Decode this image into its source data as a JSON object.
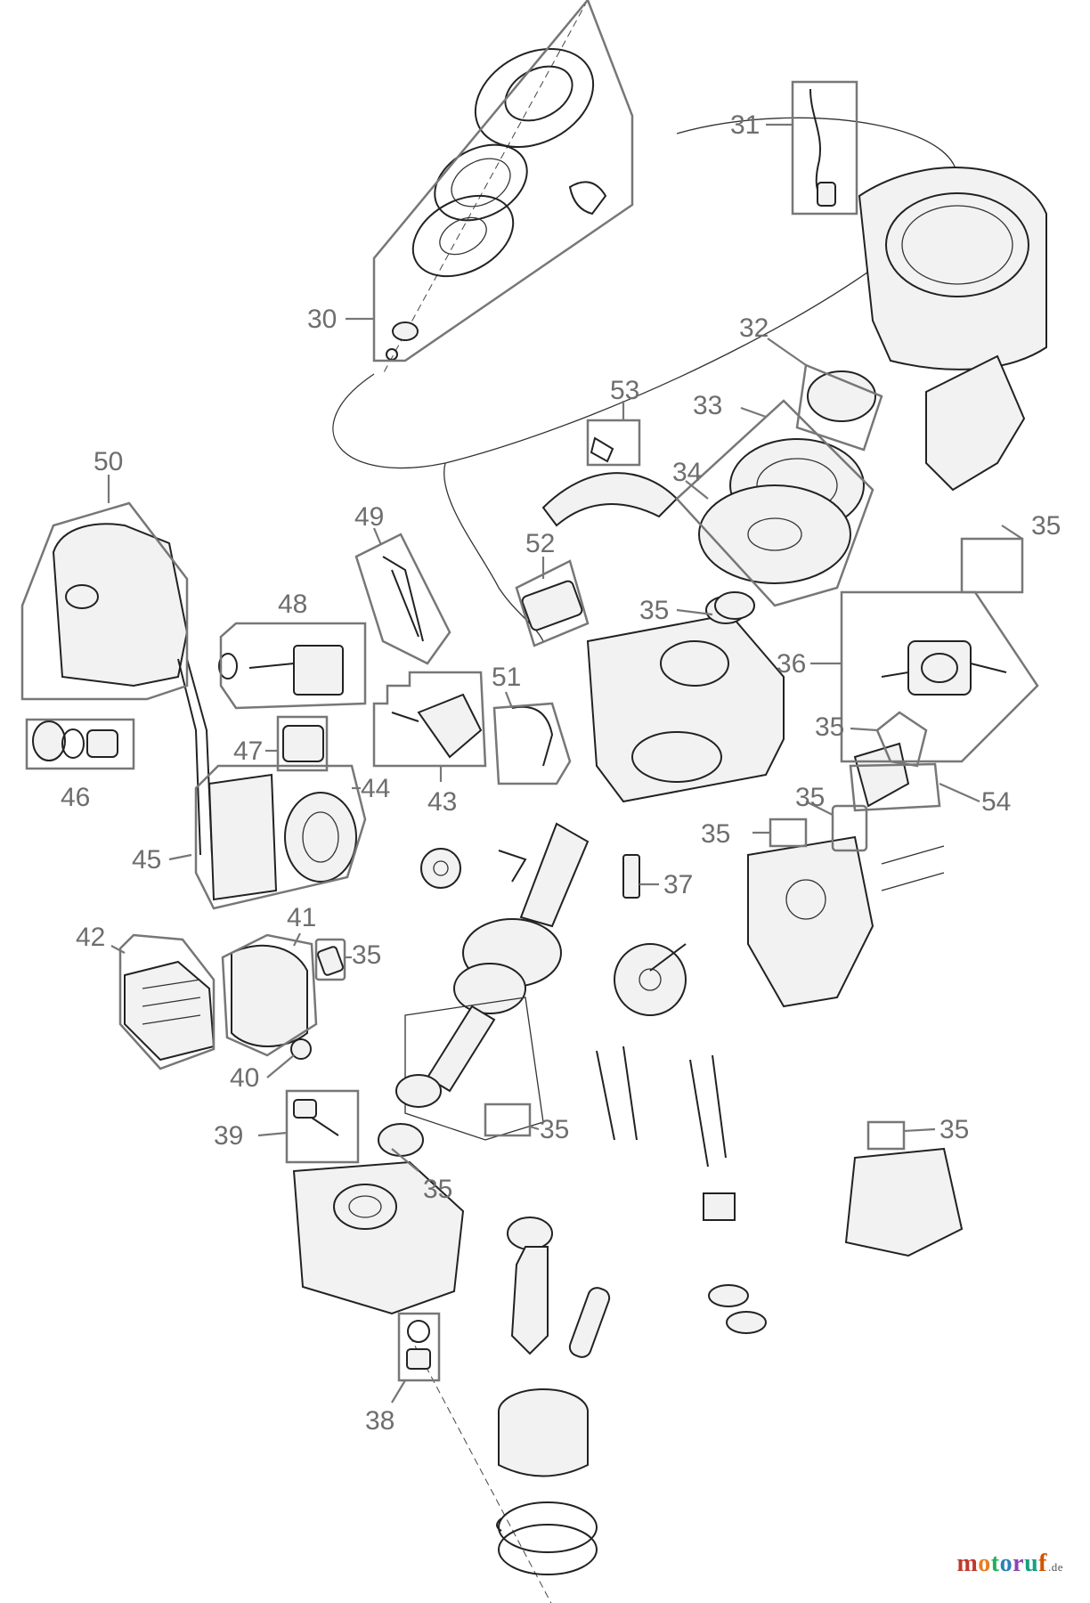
{
  "diagram": {
    "labels": [
      "30",
      "31",
      "32",
      "33",
      "34",
      "35",
      "36",
      "37",
      "38",
      "39",
      "40",
      "41",
      "42",
      "43",
      "44",
      "45",
      "46",
      "47",
      "48",
      "49",
      "50",
      "51",
      "52",
      "53",
      "54"
    ]
  },
  "watermark": {
    "text": "motoruf",
    "suffix": ".de",
    "letter_colors": [
      "#c0392b",
      "#e67e22",
      "#27ae60",
      "#2980b9",
      "#8e44ad",
      "#16a085",
      "#d35400"
    ]
  }
}
